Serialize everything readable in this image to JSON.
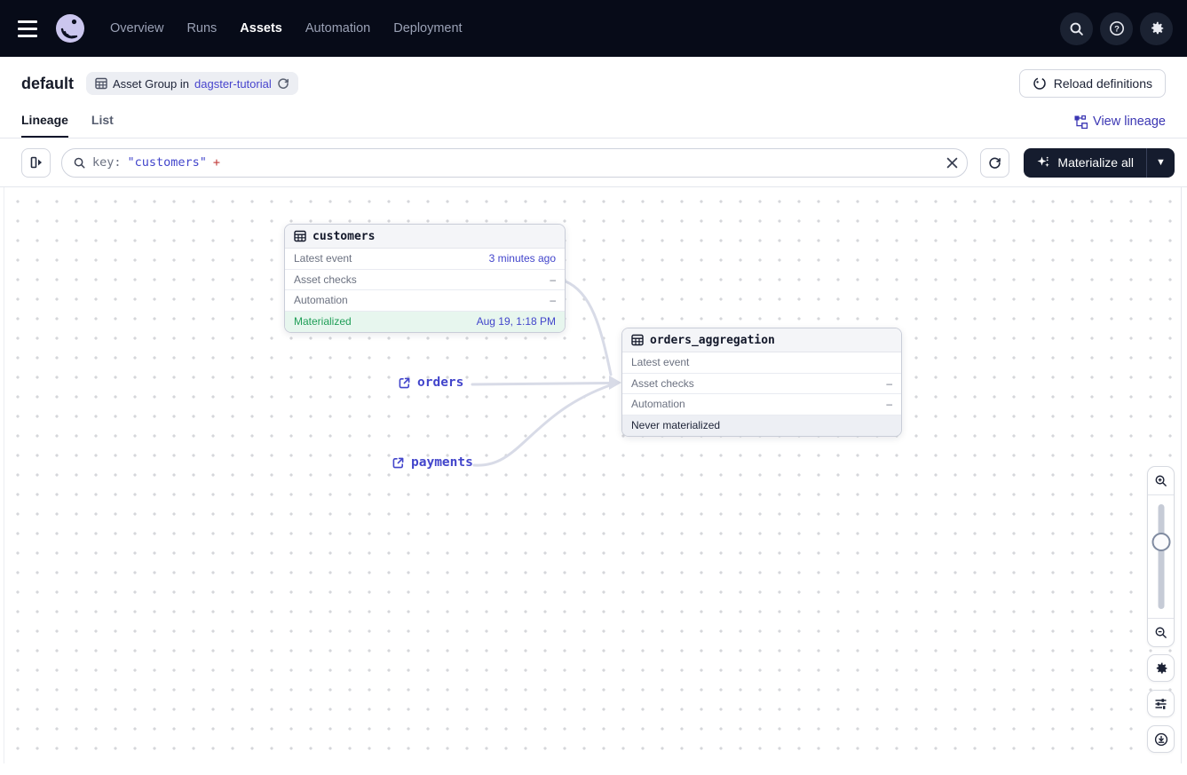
{
  "nav": {
    "items": [
      {
        "label": "Overview"
      },
      {
        "label": "Runs"
      },
      {
        "label": "Assets"
      },
      {
        "label": "Automation"
      },
      {
        "label": "Deployment"
      }
    ],
    "active_item": "Assets"
  },
  "header": {
    "title": "default",
    "badge": {
      "text": "Asset Group in",
      "link": "dagster-tutorial"
    },
    "reload_button": "Reload definitions"
  },
  "tabs": {
    "lineage": "Lineage",
    "list": "List",
    "view_lineage": "View lineage"
  },
  "toolbar": {
    "search": {
      "field": "key:",
      "term": "\"customers\"",
      "op": "+"
    },
    "materialize_button": "Materialize all"
  },
  "graph": {
    "customers": {
      "title": "customers",
      "rows": [
        {
          "label": "Latest event",
          "value": "3 minutes ago"
        },
        {
          "label": "Asset checks",
          "value": "–"
        },
        {
          "label": "Automation",
          "value": "–"
        },
        {
          "label": "Materialized",
          "value": "Aug 19, 1:18 PM"
        }
      ]
    },
    "orders_aggregation": {
      "title": "orders_aggregation",
      "rows": [
        {
          "label": "Latest event",
          "value": ""
        },
        {
          "label": "Asset checks",
          "value": "–"
        },
        {
          "label": "Automation",
          "value": "–"
        },
        {
          "label": "Never materialized",
          "value": ""
        }
      ]
    },
    "external_assets": [
      {
        "label": "orders"
      },
      {
        "label": "payments"
      }
    ]
  },
  "colors": {
    "accent_link": "#4245cb",
    "materialized_green": "#1f9e57",
    "operator_red": "#c13a38",
    "nav_background": "#070b18",
    "edge": "#d8dbe7"
  }
}
